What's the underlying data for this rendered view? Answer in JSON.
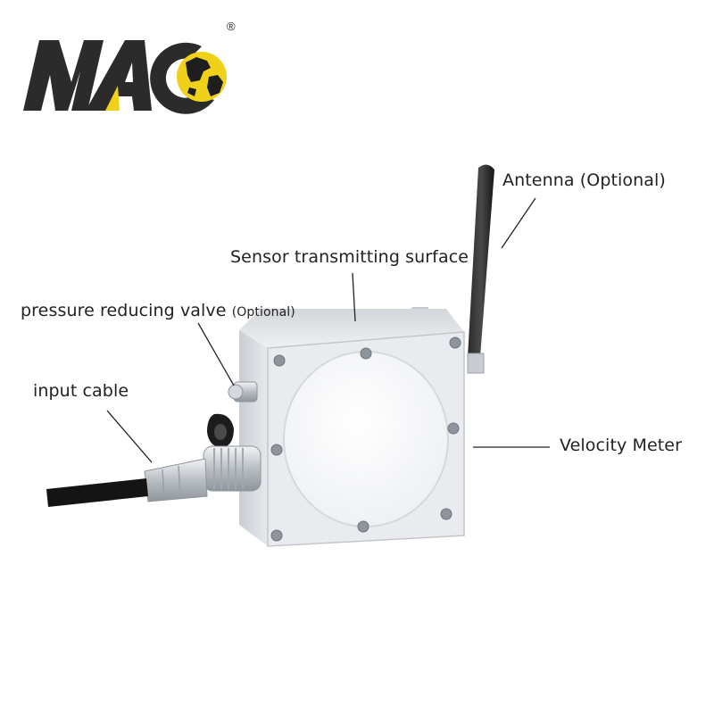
{
  "logo": {
    "text": "Mac",
    "registered_mark": "®",
    "colors": {
      "letters": "#2b2b2b",
      "globe": "#f0d11a",
      "land": "#1e1e1e"
    }
  },
  "labels": {
    "antenna": "Antenna (Optional)",
    "sensor_surface": "Sensor transmitting surface",
    "valve": "pressure reducing valve",
    "valve_note": "(Optional)",
    "input_cable": "input cable",
    "velocity_meter": "Velocity Meter"
  },
  "colors": {
    "housing": "#d9dce0",
    "face": "#eceef1",
    "window": "#f6f7f9",
    "screw": "#8e949b",
    "antenna": "#1b1b1b",
    "cable": "#111111",
    "leader_line": "#222222"
  }
}
